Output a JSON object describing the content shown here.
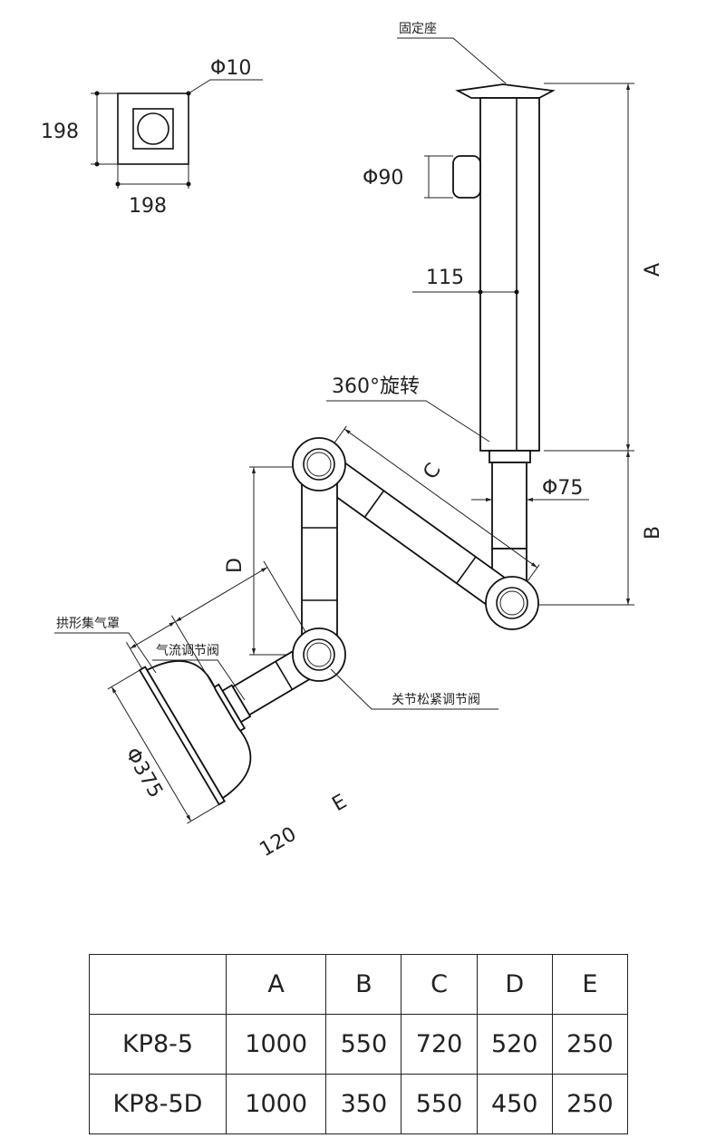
{
  "drawing": {
    "plate_size_v": "198",
    "plate_size_h": "198",
    "hole_dia": "Φ10",
    "mount_label": "固定座",
    "stub_dia": "Φ90",
    "column_width": "115",
    "dim_a": "A",
    "dim_b": "B",
    "dim_c": "C",
    "dim_d": "D",
    "dim_e": "E",
    "rotation_label": "360°旋转",
    "pipe_dia": "Φ75",
    "hood_label": "拱形集气罩",
    "airflow_valve_label": "气流调节阀",
    "joint_valve_label": "关节松紧调节阀",
    "hood_dia": "Φ375",
    "hood_depth": "120"
  },
  "table": {
    "headers": [
      "",
      "A",
      "B",
      "C",
      "D",
      "E"
    ],
    "rows": [
      [
        "KP8-5",
        "1000",
        "550",
        "720",
        "520",
        "250"
      ],
      [
        "KP8-5D",
        "1000",
        "350",
        "550",
        "450",
        "250"
      ]
    ]
  }
}
